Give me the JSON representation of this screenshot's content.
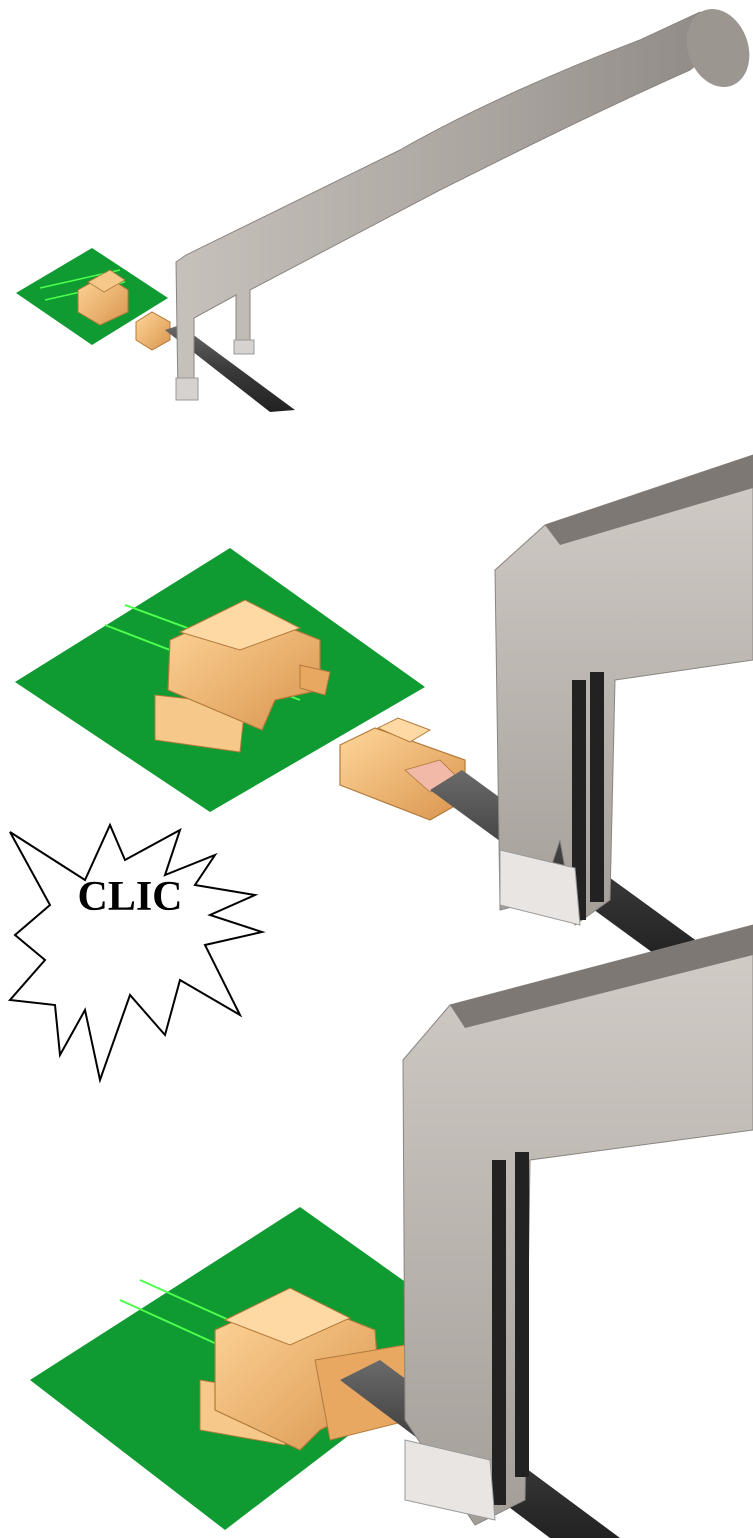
{
  "burst_label": "CLIC",
  "colors": {
    "pcb_green": "#0f9a32",
    "pcb_trace": "#4dff4d",
    "connector_gold": "#f0b46a",
    "tool_gray": "#b8b2ad",
    "cable_dark": "#3a3a3a"
  },
  "steps": [
    {
      "id": "step-1",
      "view": "overview"
    },
    {
      "id": "step-2",
      "view": "approach"
    },
    {
      "id": "step-3",
      "view": "snapped"
    }
  ]
}
